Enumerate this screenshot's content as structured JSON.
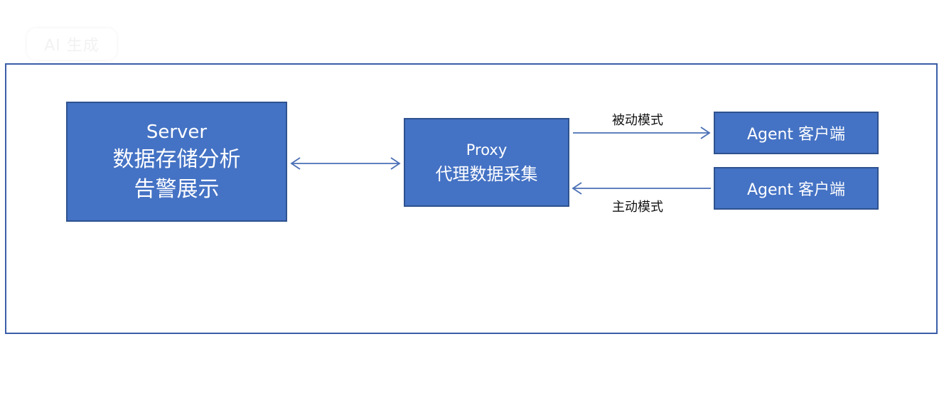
{
  "watermark": {
    "text": "AI 生成"
  },
  "server": {
    "line1": "Server",
    "line2": "数据存储分析",
    "line3": "告警展示"
  },
  "proxy": {
    "line1": "Proxy",
    "line2": "代理数据采集"
  },
  "agents": [
    {
      "label": "Agent 客户端"
    },
    {
      "label": "Agent 客户端"
    }
  ],
  "modes": {
    "passive": "被动模式",
    "active": "主动模式"
  },
  "colors": {
    "box_fill": "#4472c4",
    "box_border": "#2f528f",
    "frame_border": "#3b5ea8",
    "arrow": "#4a6fb5"
  }
}
